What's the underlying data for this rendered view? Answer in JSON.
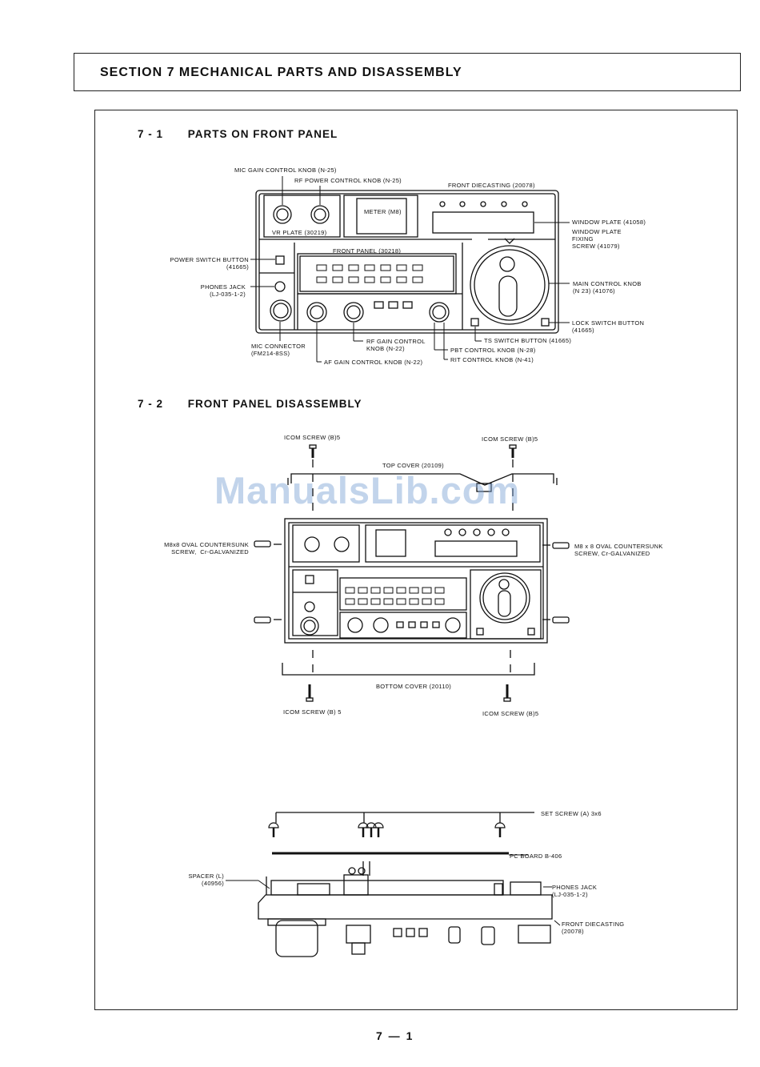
{
  "header": {
    "title": "SECTION 7  MECHANICAL PARTS AND DISASSEMBLY"
  },
  "sections": [
    {
      "number": "7 - 1",
      "title": "PARTS ON FRONT PANEL"
    },
    {
      "number": "7 - 2",
      "title": "FRONT PANEL DISASSEMBLY"
    }
  ],
  "fig1_labels": {
    "mic_gain": "MIC GAIN CONTROL KNOB (N-25)",
    "rf_power": "RF POWER CONTROL KNOB (N-25)",
    "front_diecasting": "FRONT DIECASTING (20078)",
    "meter": "METER (M8)",
    "vr_plate": "VR PLATE (30219)",
    "window_plate": "WINDOW PLATE (41058)",
    "window_plate_screw": "WINDOW PLATE\nFIXING\nSCREW (41079)",
    "front_panel": "FRONT PANEL (30218)",
    "power_switch": "POWER SWITCH BUTTON\n(41665)",
    "phones_jack": "PHONES JACK\n(LJ-035-1-2)",
    "main_knob": "MAIN CONTROL KNOB\n(N 23) (41076)",
    "lock_switch": "LOCK SWITCH BUTTON\n(41665)",
    "ts_switch": "TS SWITCH BUTTON (41665)",
    "pbt_knob": "PBT CONTROL KNOB (N-28)",
    "rit_knob": "RIT CONTROL KNOB (N-41)",
    "rf_gain": "RF GAIN CONTROL\nKNOB (N-22)",
    "af_gain": "AF GAIN CONTROL KNOB (N-22)",
    "mic_connector": "MIC CONNECTOR\n(FM214-8SS)"
  },
  "fig2_labels": {
    "icom_screw_top_left": "ICOM SCREW (B)5",
    "icom_screw_top_right": "ICOM SCREW (B)5",
    "top_cover": "TOP COVER (20109)",
    "oval_screw_left": "M8x8 OVAL COUNTERSUNK\nSCREW,  Cr-GALVANIZED",
    "oval_screw_right": "M8 x 8 OVAL COUNTERSUNK\nSCREW, Cr-GALVANIZED",
    "bottom_cover": "BOTTOM COVER (20110)",
    "icom_screw_bottom_left": "ICOM SCREW (B) 5",
    "icom_screw_bottom_right": "ICOM SCREW (B)5"
  },
  "fig3_labels": {
    "set_screw": "SET SCREW (A) 3x6",
    "pc_board": "PC BOARD B-406",
    "spacer": "SPACER (L)\n(40956)",
    "phones_jack": "PHONES JACK\n(LJ-035-1-2)",
    "front_diecasting": "FRONT DIECASTING\n(20078)"
  },
  "watermark": "ManualsLib.com",
  "page_number": "7 — 1"
}
